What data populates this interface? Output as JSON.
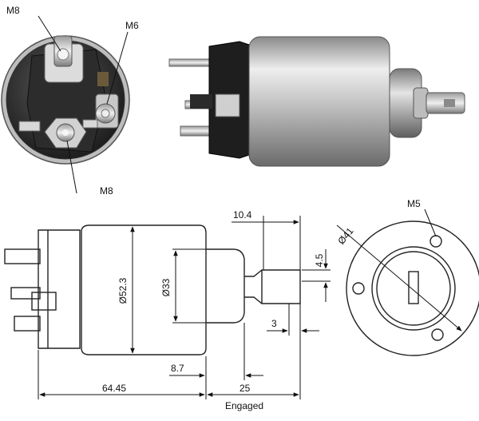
{
  "photo_labels": {
    "m8_top": "M8",
    "m6": "M6",
    "m8_bottom": "M8"
  },
  "dimensions": {
    "length_total": "64.45",
    "plunger_length": "25",
    "plunger_offset": "8.7",
    "body_diameter": "Ø52.3",
    "nose_diameter": "Ø33",
    "top_offset": "10.4",
    "tip_height": "4.5",
    "tip_gap": "3",
    "engaged": "Engaged",
    "bolt_circle": "Ø41",
    "hole_thread": "M5"
  },
  "colors": {
    "line": "#222222",
    "metal_light": "#e6e6e6",
    "metal_mid": "#b4b4b4",
    "metal_dark": "#6e6e6e",
    "plastic": "#1c1c1c"
  }
}
